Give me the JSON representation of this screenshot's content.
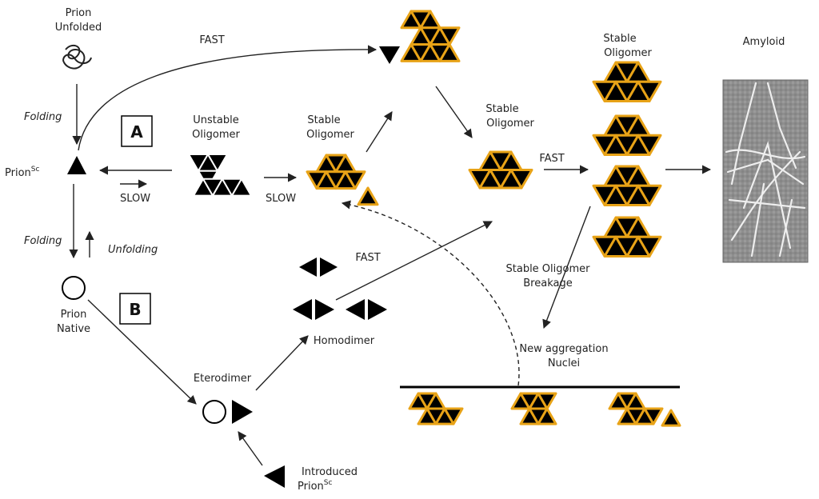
{
  "labels": {
    "prion_unfolded_1": "Prion",
    "prion_unfolded_2": "Unfolded",
    "folding_top": "Folding",
    "folding_bottom": "Folding",
    "unfolding": "Unfolding",
    "prion_sc_base": "Prion",
    "prion_sc_sup": "Sc",
    "prion_native_1": "Prion",
    "prion_native_2": "Native",
    "box_a": "A",
    "box_b": "B",
    "slow_left": "SLOW",
    "slow_right": "SLOW",
    "fast_top": "FAST",
    "fast_middle": "FAST",
    "fast_homodimer": "FAST",
    "unstable_oligomer_1": "Unstable",
    "unstable_oligomer_2": "Oligomer",
    "stable_oligomer_a_1": "Stable",
    "stable_oligomer_a_2": "Oligomer",
    "stable_oligomer_b_1": "Stable",
    "stable_oligomer_b_2": "Oligomer",
    "stable_oligomer_c_1": "Stable",
    "stable_oligomer_c_2": "Oligomer",
    "amyloid": "Amyloid",
    "homodimer": "Homodimer",
    "eterodimer": "Eterodimer",
    "breakage_1": "Stable Oligomer",
    "breakage_2": "Breakage",
    "new_aggregation_1": "New aggregation",
    "new_aggregation_2": "Nuclei",
    "introduced_prion_1": "Introduced",
    "introduced_prion_base": "Prion",
    "introduced_prion_sup": "Sc"
  },
  "colors": {
    "triangle_fill": "#000000",
    "oligomer_outline": "#e8a317",
    "unstable_outline": "#ffffff",
    "arrow": "#222222"
  },
  "icons": {
    "unfolded_prion": "squiggle-icon",
    "amyloid_image": "amyloid-fibril-micrograph"
  }
}
